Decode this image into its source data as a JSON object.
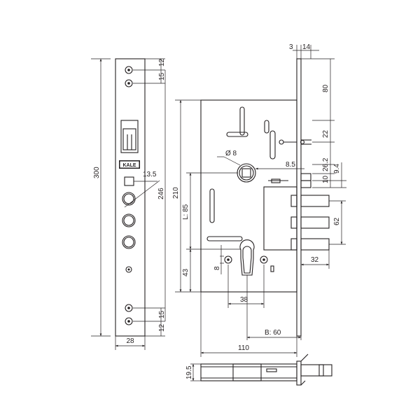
{
  "brand_logo": "KALE",
  "dimensions": {
    "overall_height": "300",
    "faceplate_width": "28",
    "top_hole_a": "12",
    "top_hole_b": "15",
    "bottom_hole_a": "15",
    "bottom_hole_b": "12",
    "hole_spacing": "246",
    "roller_offset": "13.5",
    "faceplate_thickness": "3",
    "bolt_projection": "14",
    "upper_gap": "80",
    "latch_offset": "22",
    "latch_height": "26.2",
    "spindle_offset": "8.5",
    "bolt_height_a": "10",
    "bolt_height_b": "9.4",
    "bolt_spacing": "62",
    "bolt_throw": "32",
    "spindle_diameter": "Ø 8",
    "case_height": "210",
    "spindle_to_cylinder": "L: 85",
    "cylinder_to_bottom": "43",
    "screw_hole": "8",
    "screw_spacing": "38",
    "backset": "B: 60",
    "case_width": "110",
    "case_thickness": "19.5"
  }
}
